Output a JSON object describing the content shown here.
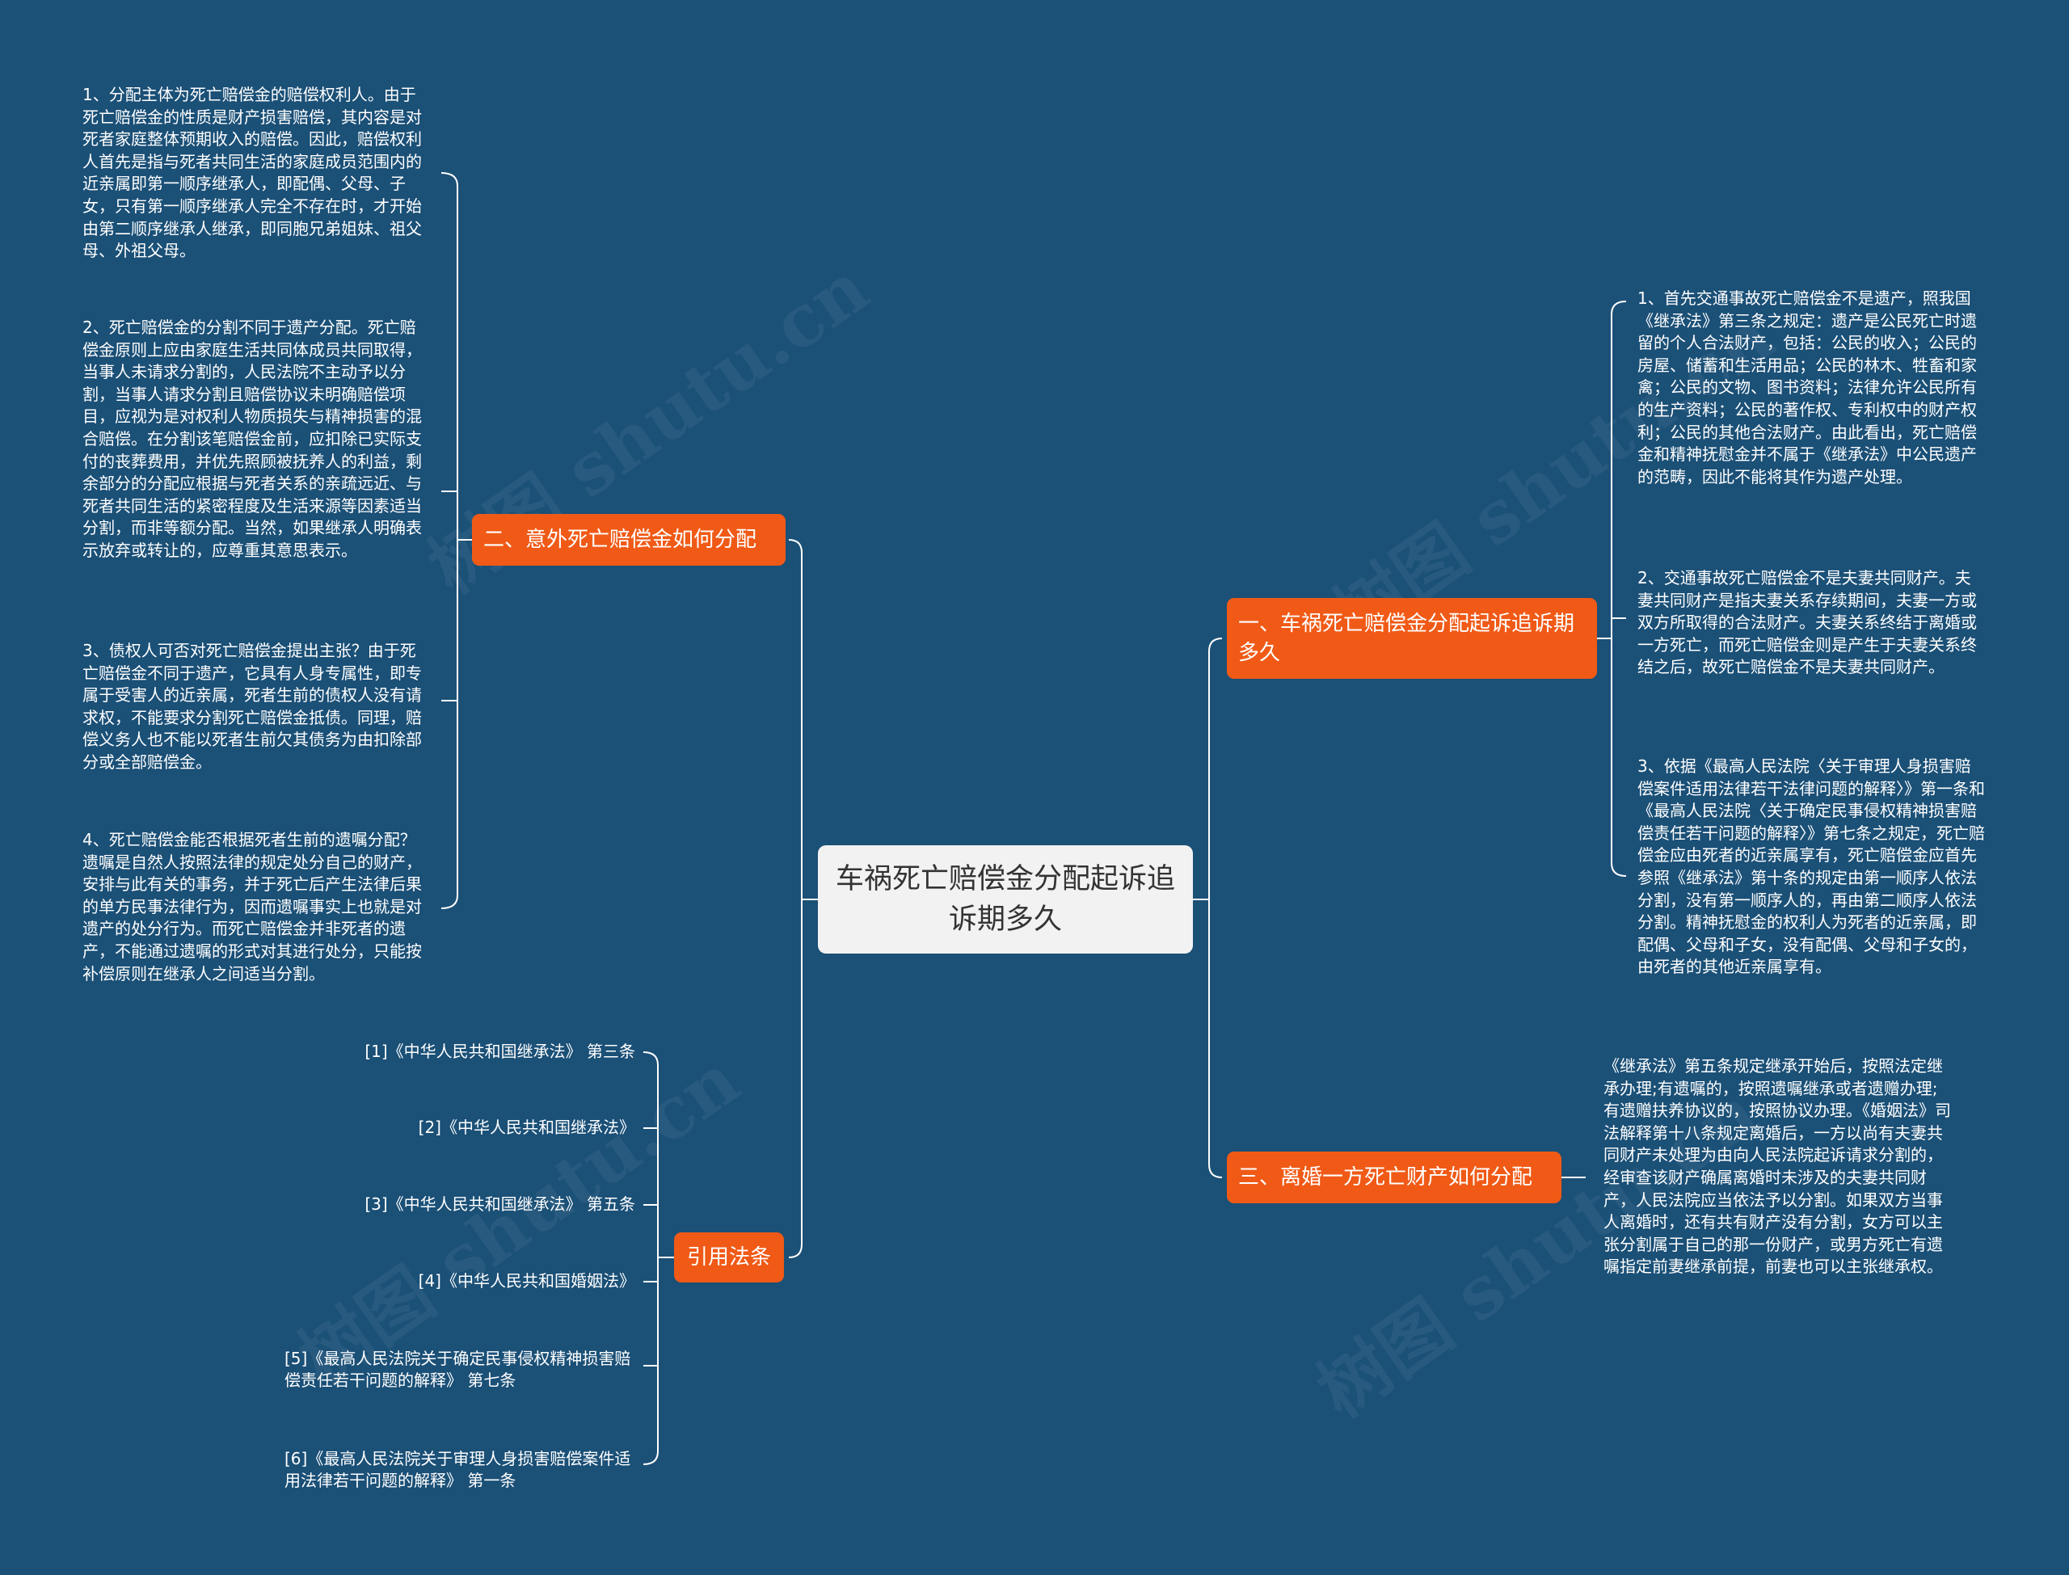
{
  "watermark_text": "树图 shutu.cn",
  "center": {
    "title": "车祸死亡赔偿金分配起诉追诉期多久"
  },
  "branches": {
    "b1": {
      "label": "一、车祸死亡赔偿金分配起诉追诉期多久",
      "items": [
        "1、首先交通事故死亡赔偿金不是遗产，照我国《继承法》第三条之规定：遗产是公民死亡时遗留的个人合法财产，包括：公民的收入；公民的房屋、储蓄和生活用品；公民的林木、牲畜和家禽；公民的文物、图书资料；法律允许公民所有的生产资料；公民的著作权、专利权中的财产权利；公民的其他合法财产。由此看出，死亡赔偿金和精神抚慰金并不属于《继承法》中公民遗产的范畴，因此不能将其作为遗产处理。",
        "2、交通事故死亡赔偿金不是夫妻共同财产。夫妻共同财产是指夫妻关系存续期间，夫妻一方或双方所取得的合法财产。夫妻关系终结于离婚或一方死亡，而死亡赔偿金则是产生于夫妻关系终结之后，故死亡赔偿金不是夫妻共同财产。",
        "3、依据《最高人民法院〈关于审理人身损害赔偿案件适用法律若干法律问题的解释〉》第一条和《最高人民法院〈关于确定民事侵权精神损害赔偿责任若干问题的解释〉》第七条之规定，死亡赔偿金应由死者的近亲属享有，死亡赔偿金应首先参照《继承法》第十条的规定由第一顺序人依法分割，没有第一顺序人的，再由第二顺序人依法分割。精神抚慰金的权利人为死者的近亲属，即配偶、父母和子女，没有配偶、父母和子女的，由死者的其他近亲属享有。"
      ]
    },
    "b2": {
      "label": "二、意外死亡赔偿金如何分配",
      "items": [
        "1、分配主体为死亡赔偿金的赔偿权利人。由于死亡赔偿金的性质是财产损害赔偿，其内容是对死者家庭整体预期收入的赔偿。因此，赔偿权利人首先是指与死者共同生活的家庭成员范围内的近亲属即第一顺序继承人，即配偶、父母、子女，只有第一顺序继承人完全不存在时，才开始由第二顺序继承人继承，即同胞兄弟姐妹、祖父母、外祖父母。",
        "2、死亡赔偿金的分割不同于遗产分配。死亡赔偿金原则上应由家庭生活共同体成员共同取得，当事人未请求分割的，人民法院不主动予以分割，当事人请求分割且赔偿协议未明确赔偿项目，应视为是对权利人物质损失与精神损害的混合赔偿。在分割该笔赔偿金前，应扣除已实际支付的丧葬费用，并优先照顾被抚养人的利益，剩余部分的分配应根据与死者关系的亲疏远近、与死者共同生活的紧密程度及生活来源等因素适当分割，而非等额分配。当然，如果继承人明确表示放弃或转让的，应尊重其意思表示。",
        "3、债权人可否对死亡赔偿金提出主张？由于死亡赔偿金不同于遗产，它具有人身专属性，即专属于受害人的近亲属，死者生前的债权人没有请求权，不能要求分割死亡赔偿金抵债。同理，赔偿义务人也不能以死者生前欠其债务为由扣除部分或全部赔偿金。",
        "4、死亡赔偿金能否根据死者生前的遗嘱分配？遗嘱是自然人按照法律的规定处分自己的财产，安排与此有关的事务，并于死亡后产生法律后果的单方民事法律行为，因而遗嘱事实上也就是对遗产的处分行为。而死亡赔偿金并非死者的遗产，不能通过遗嘱的形式对其进行处分，只能按补偿原则在继承人之间适当分割。"
      ]
    },
    "b3": {
      "label": "三、离婚一方死亡财产如何分配",
      "items": [
        "《继承法》第五条规定继承开始后，按照法定继承办理;有遗嘱的，按照遗嘱继承或者遗赠办理;有遗赠扶养协议的，按照协议办理。《婚姻法》司法解释第十八条规定离婚后，一方以尚有夫妻共同财产未处理为由向人民法院起诉请求分割的，经审查该财产确属离婚时未涉及的夫妻共同财产，人民法院应当依法予以分割。如果双方当事人离婚时，还有共有财产没有分割，女方可以主张分割属于自己的那一份财产，或男方死亡有遗嘱指定前妻继承前提，前妻也可以主张继承权。"
      ]
    },
    "b4": {
      "label": "引用法条",
      "items": [
        "[1]《中华人民共和国继承法》 第三条",
        "[2]《中华人民共和国继承法》",
        "[3]《中华人民共和国继承法》 第五条",
        "[4]《中华人民共和国婚姻法》",
        "[5]《最高人民法院关于确定民事侵权精神损害赔偿责任若干问题的解释》 第七条",
        "[6]《最高人民法院关于审理人身损害赔偿案件适用法律若干问题的解释》 第一条"
      ]
    }
  },
  "colors": {
    "background": "#1b5077",
    "branch": "#f05a16",
    "center": "#f2f2f2",
    "line": "#ffffff"
  }
}
